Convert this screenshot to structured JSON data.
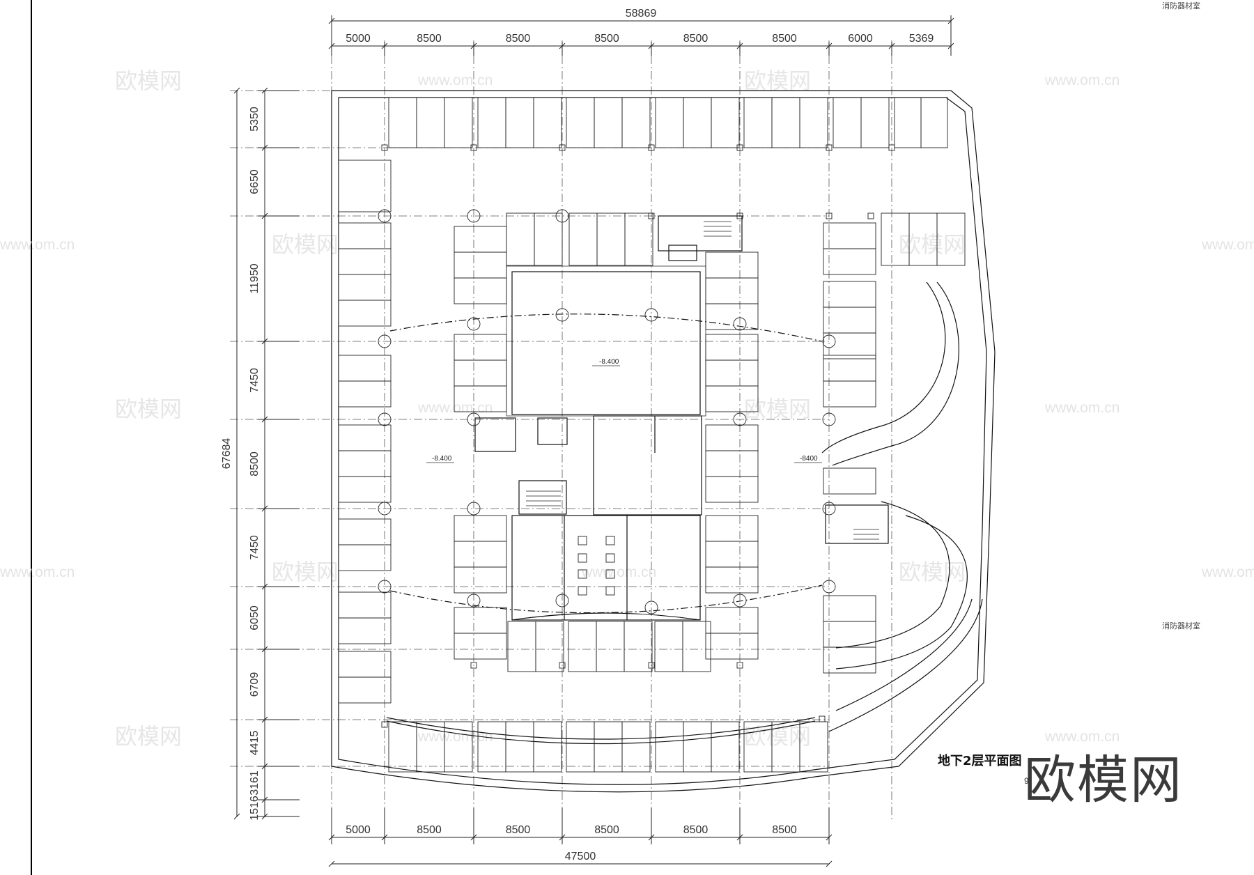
{
  "drawing": {
    "title": "地下2层平面图",
    "scale_fragment": "9",
    "logo_text": "欧模网",
    "watermark_cn": "欧模网",
    "watermark_url": "www.om.cn",
    "room_note_top": "消防器材室",
    "room_note_right": "消防器材室"
  },
  "dimensions": {
    "top_total": "58869",
    "top_segments": [
      "5000",
      "8500",
      "8500",
      "8500",
      "8500",
      "8500",
      "6000",
      "5369"
    ],
    "bottom_total": "47500",
    "bottom_segments": [
      "5000",
      "8500",
      "8500",
      "8500",
      "8500",
      "8500"
    ],
    "left_total": "67684",
    "left_segments": [
      "5350",
      "6650",
      "11950",
      "7450",
      "8500",
      "7450",
      "6050",
      "6709",
      "4415",
      "3161",
      "1516"
    ]
  },
  "levels": {
    "center_upper": "-8.400",
    "center_left": "-8.400",
    "center_right": "-8400"
  }
}
